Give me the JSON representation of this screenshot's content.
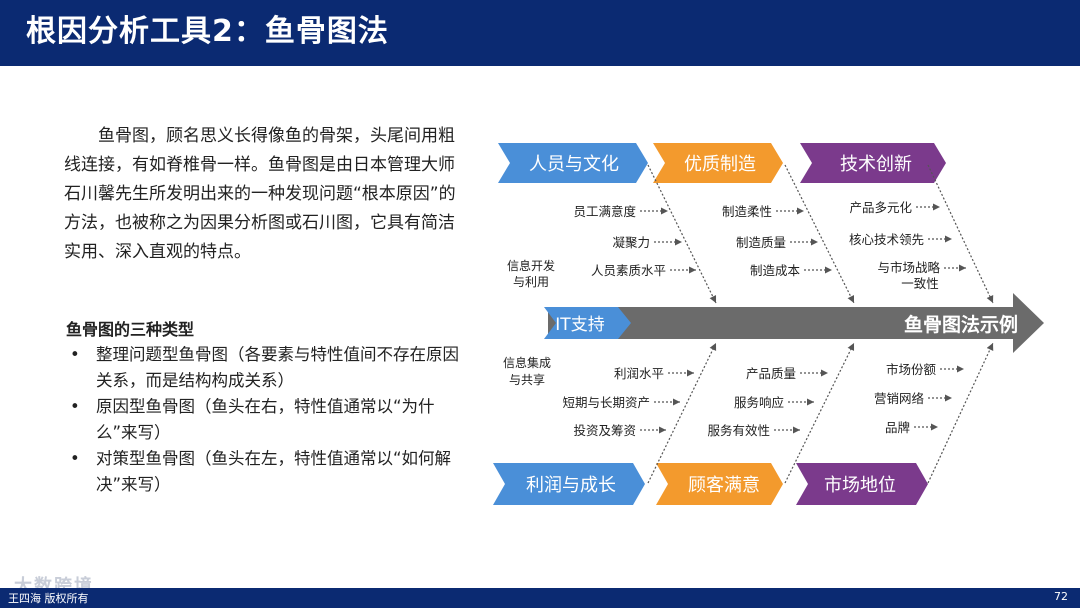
{
  "header": {
    "title": "根因分析工具2：鱼骨图法"
  },
  "intro": {
    "paragraph": "鱼骨图，顾名思义长得像鱼的骨架，头尾间用粗线连接，有如脊椎骨一样。鱼骨图是由日本管理大师石川馨先生所发明出来的一种发现问题“根本原因”的方法，也被称之为因果分析图或石川图，它具有简洁实用、深入直观的特点。"
  },
  "types": {
    "heading": "鱼骨图的三种类型",
    "bullet": "•",
    "items": [
      "整理问题型鱼骨图（各要素与特性值间不存在原因关系，而是结构构成关系）",
      "原因型鱼骨图（鱼头在右，特性值通常以“为什么”来写）",
      "对策型鱼骨图（鱼头在左，特性值通常以“如何解决”来写）"
    ]
  },
  "fishbone": {
    "spine_label": "鱼骨图法示例",
    "top_categories": [
      "人员与文化",
      "优质制造",
      "技术创新"
    ],
    "bottom_categories": [
      "利润与成长",
      "顾客满意",
      "市场地位"
    ],
    "center_category": "IT支持",
    "top_causes": [
      [
        "员工满意度",
        "凝聚力",
        "人员素质水平"
      ],
      [
        "制造柔性",
        "制造质量",
        "制造成本"
      ],
      [
        "产品多元化",
        "核心技术领先",
        "与市场战略",
        "一致性"
      ]
    ],
    "bottom_causes": [
      [
        "利润水平",
        "短期与长期资产",
        "投资及筹资"
      ],
      [
        "产品质量",
        "服务响应",
        "服务有效性"
      ],
      [
        "市场份额",
        "营销网络",
        "品牌"
      ]
    ],
    "side_notes": [
      "信息开发",
      "与利用",
      "信息集成",
      "与共享"
    ],
    "colors": {
      "blue": "#4a8fd8",
      "orange": "#f39a2d",
      "purple": "#7b3a8c",
      "spine": "#6b6b6b"
    }
  },
  "footer": {
    "left": "王四海 版权所有",
    "page": "72",
    "watermark": "大数跨境"
  }
}
